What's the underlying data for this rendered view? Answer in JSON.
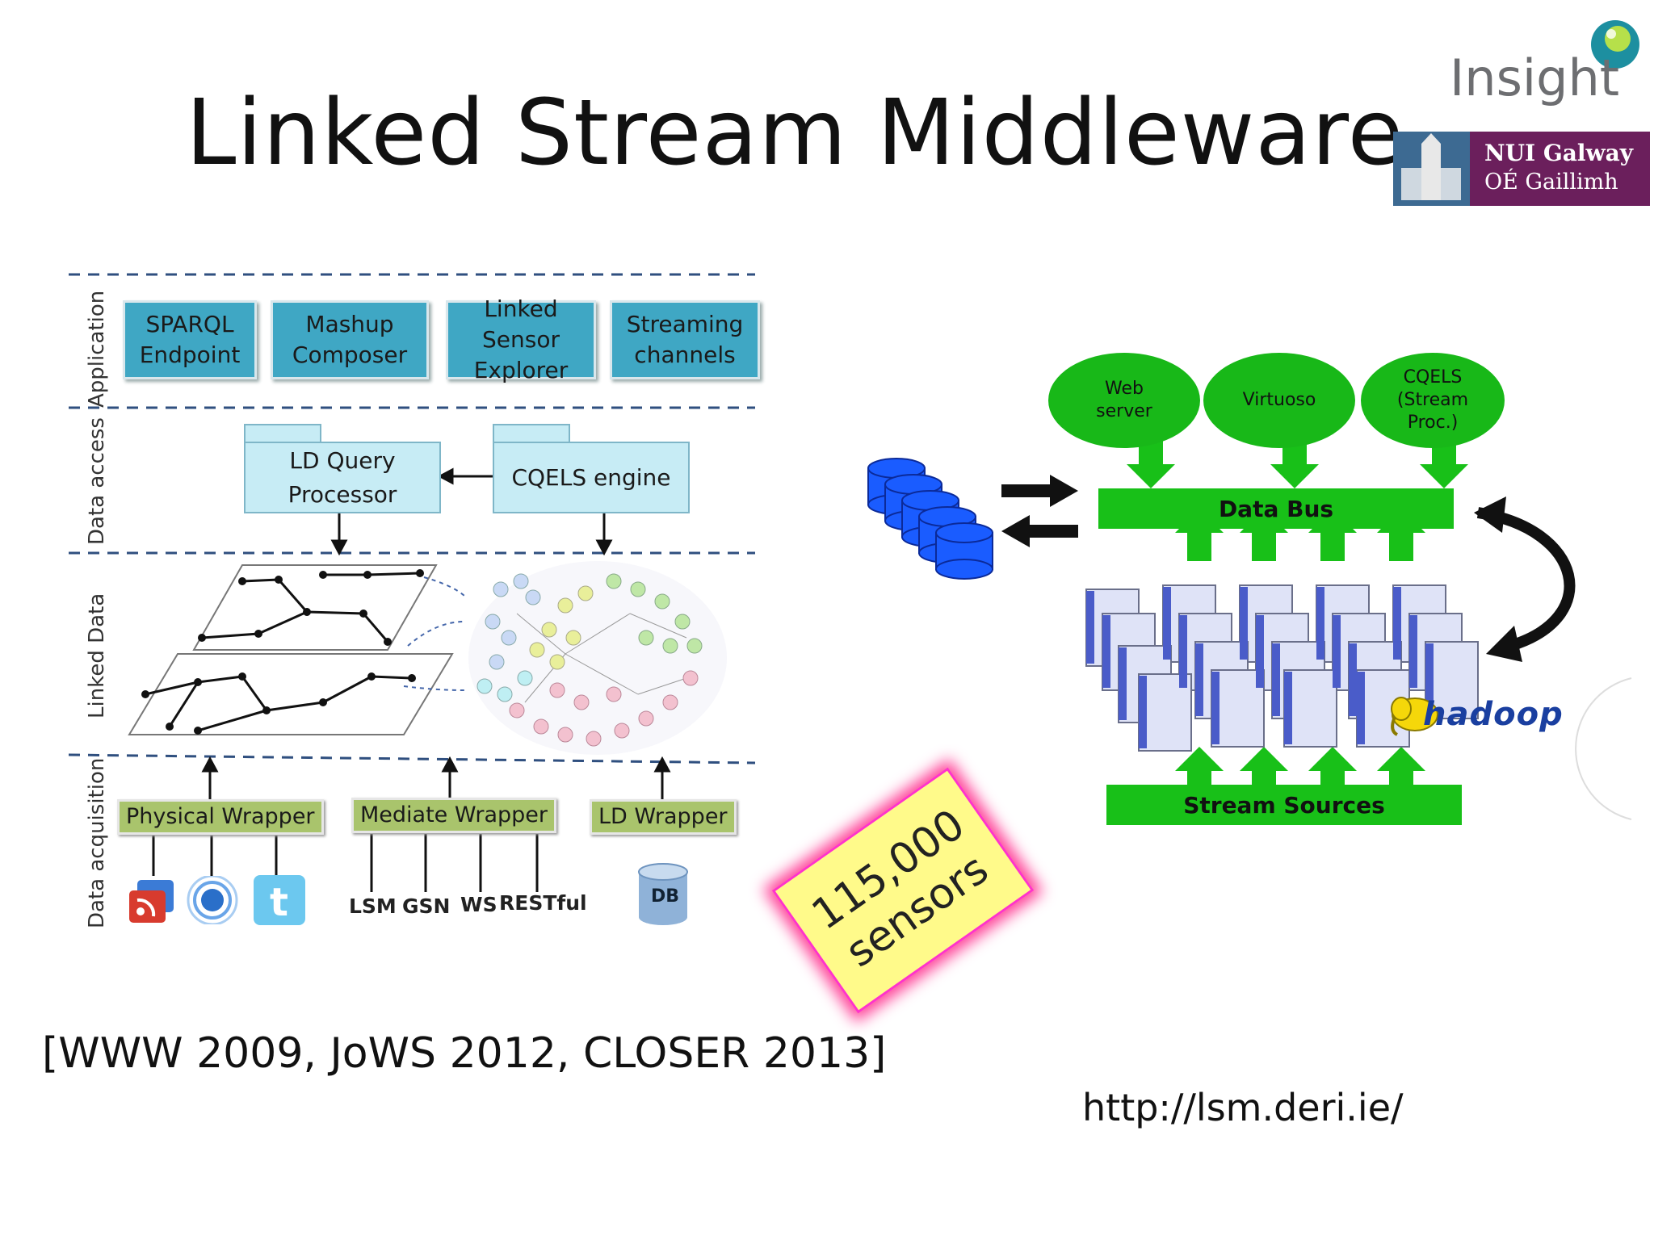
{
  "title": "Linked Stream Middleware",
  "logos": {
    "insight": "Insight",
    "nui_line1": "NUI Galway",
    "nui_line2": "OÉ Gaillimh"
  },
  "layers": {
    "application": "Application",
    "data_access": "Data access",
    "linked_data": "Linked   Data",
    "data_acquisition": "Data acquisition"
  },
  "application_boxes": [
    {
      "l1": "SPARQL",
      "l2": "Endpoint"
    },
    {
      "l1": "Mashup",
      "l2": "Composer"
    },
    {
      "l1": "Linked Sensor",
      "l2": "Explorer"
    },
    {
      "l1": "Streaming",
      "l2": "channels"
    }
  ],
  "access_boxes": {
    "ld_query_1": "LD Query",
    "ld_query_2": "Processor",
    "cqels": "CQELS engine"
  },
  "wrappers": {
    "physical": "Physical Wrapper",
    "mediate": "Mediate Wrapper",
    "ld": "LD Wrapper"
  },
  "sources": {
    "lsm": "LSM",
    "gsn": "GSN",
    "ws": "WS",
    "restful": "RESTful",
    "db": "DB"
  },
  "cluster": {
    "web_server_1": "Web",
    "web_server_2": "server",
    "virtuoso": "Virtuoso",
    "cqels_1": "CQELS",
    "cqels_2": "(Stream",
    "cqels_3": "Proc.)",
    "data_bus": "Data Bus",
    "stream_sources": "Stream Sources",
    "hadoop": "hadoop"
  },
  "sensors_note": {
    "line1": "115,000",
    "line2": "sensors"
  },
  "citation": "[WWW 2009, JoWS 2012, CLOSER 2013]",
  "url": "http://lsm.deri.ie/",
  "colors": {
    "app_box": "#3fa7c4",
    "green": "#18c018",
    "wrapper": "#a9c46c",
    "nui": "#6b1f5c",
    "db_blue": "#1a5cff"
  }
}
